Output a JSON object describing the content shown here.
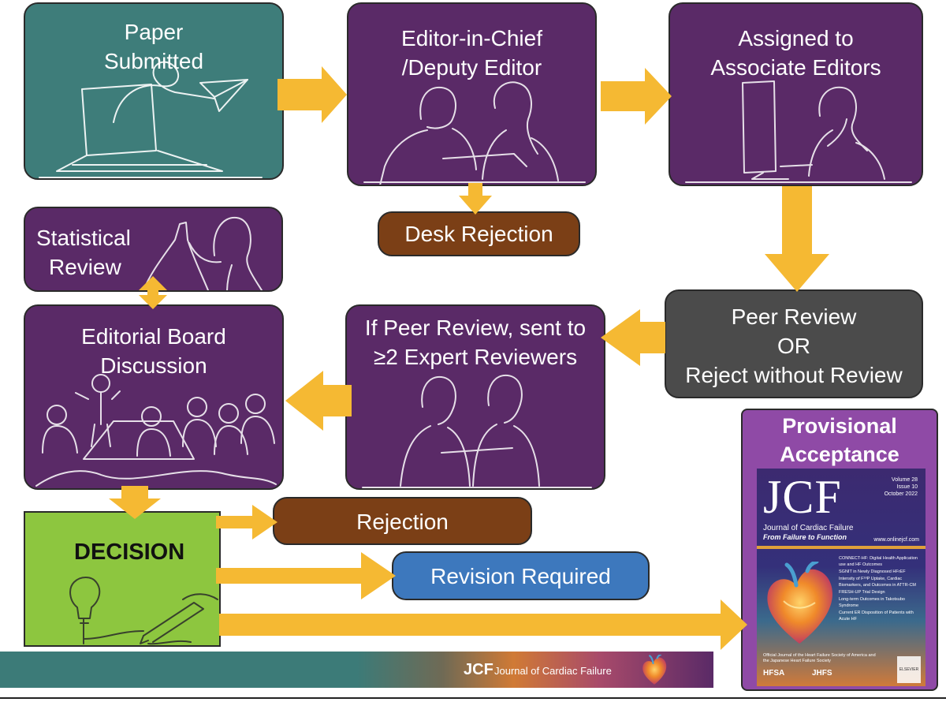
{
  "nodes": {
    "paper_submitted": {
      "line1": "Paper",
      "line2": "Submitted"
    },
    "editor_in_chief": {
      "line1": "Editor-in-Chief",
      "line2": "/Deputy Editor"
    },
    "associate_editors": {
      "line1": "Assigned to",
      "line2": "Associate Editors"
    },
    "desk_rejection": {
      "label": "Desk Rejection"
    },
    "statistical_review": {
      "line1": "Statistical",
      "line2": "Review"
    },
    "peer_review": {
      "line1": "Peer Review",
      "line2": "OR",
      "line3": "Reject without Review"
    },
    "expert_reviewers": {
      "line1": "If Peer Review, sent to",
      "line2": "≥2 Expert Reviewers"
    },
    "editorial_board": {
      "line1": "Editorial Board",
      "line2": "Discussion"
    },
    "decision": {
      "label": "DECISION"
    },
    "rejection": {
      "label": "Rejection"
    },
    "revision_required": {
      "label": "Revision Required"
    },
    "provisional_acceptance": {
      "line1": "Provisional",
      "line2": "Acceptance"
    }
  },
  "journal_cover": {
    "logo": "JCF",
    "name": "Journal of Cardiac Failure",
    "tagline": "From Failure to Function",
    "volume": "Volume 28",
    "issue": "Issue 10",
    "date": "October 2022",
    "website": "www.onlinejcf.com",
    "contents": [
      "CONNECT-HF: Digital Health Application use and HF Outcomes",
      "SGNIT in Newly Diagnosed HFrEF",
      "Intensity of F¹⁸P Uptake, Cardiac Biomarkers, and Outcomes in ATTR-CM",
      "FRESH-UP Trial Design",
      "Long-term Outcomes in Takotsubo Syndrome",
      "Current ER Disposition of Patients with Acute HF"
    ],
    "official": "Official Journal of the Heart Failure Society of America and the Japanese Heart Failure Society",
    "society1": "HFSA",
    "society2": "JHFS",
    "publisher": "ELSEVIER"
  },
  "footer": {
    "logo": "JCF",
    "journal": "Journal of Cardiac Failure"
  },
  "colors": {
    "teal": "#3e7d7a",
    "purple": "#5a2a67",
    "gray": "#4b4b4b",
    "brown": "#7b3f16",
    "blue": "#3d78bd",
    "green": "#8dc63f",
    "arrow": "#f5b933",
    "cover_purple": "#8f4aa6"
  }
}
